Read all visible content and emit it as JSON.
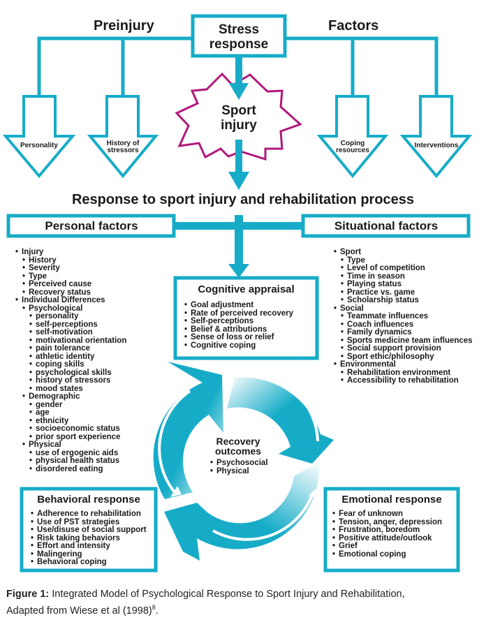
{
  "colors": {
    "accent": "#16acc8",
    "injury_outline": "#b0187a",
    "text": "#1a1a1a"
  },
  "top": {
    "left_label": "Preinjury",
    "right_label": "Factors",
    "stress_box": [
      "Stress",
      "response"
    ],
    "injury_star": [
      "Sport",
      "injury"
    ],
    "arrows": [
      {
        "label": [
          "Personality"
        ]
      },
      {
        "label": [
          "History of",
          "stressors"
        ]
      },
      {
        "label": [
          "Coping",
          "resources"
        ]
      },
      {
        "label": [
          "Interventions"
        ]
      }
    ]
  },
  "main_title": "Response to sport injury and rehabilitation process",
  "personal_factors": {
    "title": "Personal factors",
    "items": [
      {
        "level": 1,
        "text": "Injury"
      },
      {
        "level": 2,
        "text": "History"
      },
      {
        "level": 2,
        "text": "Severity"
      },
      {
        "level": 2,
        "text": "Type"
      },
      {
        "level": 2,
        "text": "Perceived cause"
      },
      {
        "level": 2,
        "text": "Recovery status"
      },
      {
        "level": 1,
        "text": "Individual Differences"
      },
      {
        "level": 2,
        "text": "Psychological"
      },
      {
        "level": 3,
        "text": "personality"
      },
      {
        "level": 3,
        "text": "self-perceptions"
      },
      {
        "level": 3,
        "text": "self-motivation"
      },
      {
        "level": 3,
        "text": "motivational orientation"
      },
      {
        "level": 3,
        "text": "pain tolerance"
      },
      {
        "level": 3,
        "text": "athletic identity"
      },
      {
        "level": 3,
        "text": "coping skills"
      },
      {
        "level": 3,
        "text": "psychological skills"
      },
      {
        "level": 3,
        "text": "history of stressors"
      },
      {
        "level": 3,
        "text": "mood states"
      },
      {
        "level": 2,
        "text": "Demographic"
      },
      {
        "level": 3,
        "text": "gender"
      },
      {
        "level": 3,
        "text": "age"
      },
      {
        "level": 3,
        "text": "ethnicity"
      },
      {
        "level": 3,
        "text": "socioeconomic status"
      },
      {
        "level": 3,
        "text": "prior sport experience"
      },
      {
        "level": 2,
        "text": "Physical"
      },
      {
        "level": 3,
        "text": "use of ergogenic aids"
      },
      {
        "level": 3,
        "text": "physical health status"
      },
      {
        "level": 3,
        "text": "disordered eating"
      }
    ]
  },
  "situational_factors": {
    "title": "Situational factors",
    "items": [
      {
        "level": 1,
        "text": "Sport"
      },
      {
        "level": 2,
        "text": "Type"
      },
      {
        "level": 2,
        "text": "Level of competition"
      },
      {
        "level": 2,
        "text": "Time in season"
      },
      {
        "level": 2,
        "text": "Playing status"
      },
      {
        "level": 2,
        "text": "Practice vs. game"
      },
      {
        "level": 2,
        "text": "Scholarship status"
      },
      {
        "level": 1,
        "text": "Social"
      },
      {
        "level": 2,
        "text": "Teammate influences"
      },
      {
        "level": 2,
        "text": "Coach influences"
      },
      {
        "level": 2,
        "text": "Family dynamics"
      },
      {
        "level": 2,
        "text": "Sports medicine team influences"
      },
      {
        "level": 2,
        "text": "Social support provision"
      },
      {
        "level": 2,
        "text": "Sport ethic/philosophy"
      },
      {
        "level": 1,
        "text": "Environmental"
      },
      {
        "level": 2,
        "text": "Rehabilitation environment"
      },
      {
        "level": 2,
        "text": "Accessibility to rehabilitation"
      }
    ]
  },
  "cognitive_appraisal": {
    "title": "Cognitive appraisal",
    "items": [
      "Goal adjustment",
      "Rate of perceived recovery",
      "Self-perceptions",
      "Belief & attributions",
      "Sense of loss or relief",
      "Cognitive coping"
    ]
  },
  "recovery_outcomes": {
    "title": [
      "Recovery",
      "outcomes"
    ],
    "items": [
      "Psychosocial",
      "Physical"
    ]
  },
  "behavioral_response": {
    "title": "Behavioral response",
    "items": [
      "Adherence to rehabilitation",
      "Use of PST strategies",
      "Use/disuse of social support",
      "Risk taking behaviors",
      "Effort and intensity",
      "Malingering",
      "Behavioral coping"
    ]
  },
  "emotional_response": {
    "title": "Emotional response",
    "items": [
      "Fear of unknown",
      "Tension, anger, depression",
      "Frustration, boredom",
      "Positive attitude/outlook",
      "Grief",
      "Emotional coping"
    ]
  },
  "caption": {
    "label": "Figure 1:",
    "text": " Integrated Model of Psychological Response to Sport Injury and Rehabilitation,",
    "line2": "Adapted from Wiese et al (1998)",
    "ref": "8",
    "end": "."
  }
}
